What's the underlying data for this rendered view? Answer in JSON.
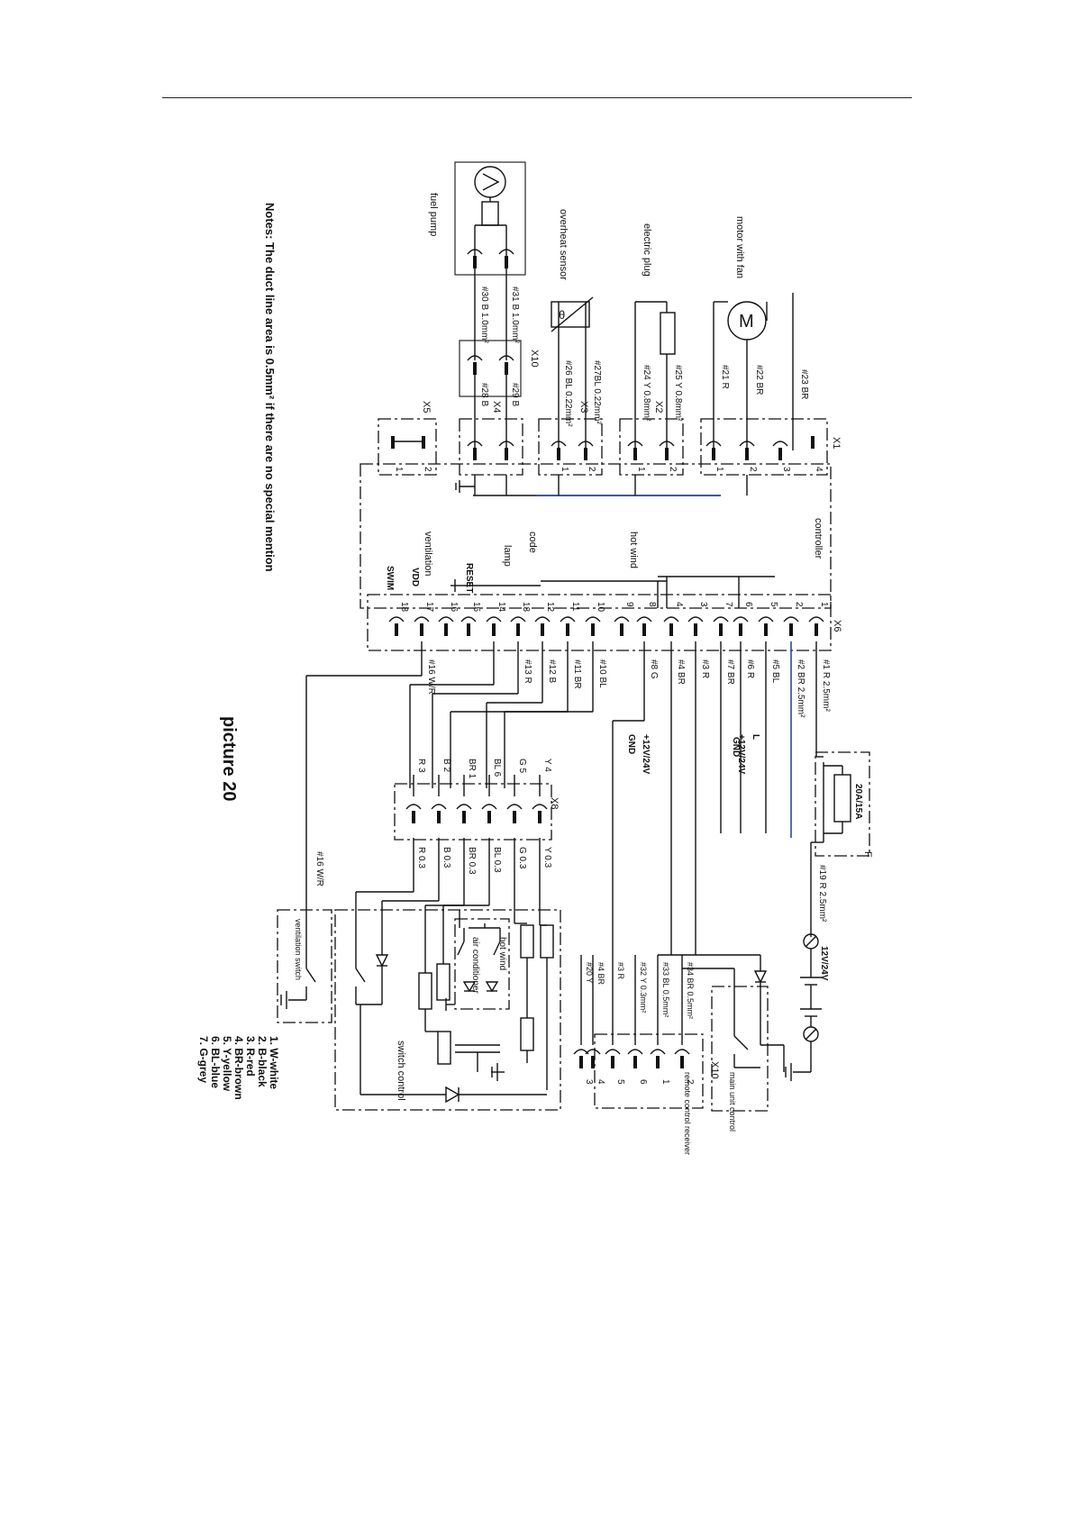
{
  "page": {
    "caption": "picture 20"
  },
  "notes": "Notes: The duct line area is 0.5mm² if there are no special mention",
  "legend": [
    "1. W-white",
    "2. B-black",
    "3. R-red",
    "4. BR-brown",
    "5. Y-yellow",
    "6. BL-blue",
    "7. G-grey"
  ],
  "components": {
    "fuel_pump": "fuel pump",
    "overheat_sensor": "overheat sensor",
    "electric_plug": "electric plug",
    "motor_with_fan": "motor with fan",
    "motor_symbol": "M",
    "controller": "controller",
    "switch_control": "switch control",
    "ventilation_switch": "ventilation switch",
    "air_conditioner": "air conditioner",
    "hot_wind_switch": "hot wind",
    "main_unit_control": "main unit control",
    "remote_control_receiver": "remote control receiver",
    "fuse": "20A/15A",
    "battery": "12V/24V"
  },
  "connectors": {
    "X1": "X1",
    "X2": "X2",
    "X3": "X3",
    "X4": "X4",
    "X5": "X5",
    "X6": "X6",
    "X8": "X8",
    "X10a": "X10",
    "X10b": "X10",
    "F": "F"
  },
  "controller_functions": {
    "hot_wind": "hot wind",
    "code": "code",
    "lamp": "lamp",
    "ventilation": "ventilation",
    "reset": "RESET",
    "vdd": "VDD",
    "swim": "SWIM"
  },
  "x6_pins": [
    "1",
    "2",
    "5",
    "6",
    "7",
    "3",
    "4",
    "8",
    "9",
    "10",
    "11",
    "12",
    "13",
    "14",
    "15",
    "16",
    "17",
    "18"
  ],
  "x6_wires": [
    {
      "pin": "1",
      "label": "#1  R   2.5mm²"
    },
    {
      "pin": "2",
      "label": "#2  BR  2.5mm²"
    },
    {
      "pin": "5",
      "label": "#5  BL"
    },
    {
      "pin": "6",
      "label": "#6  R"
    },
    {
      "pin": "7",
      "label": "#7  BR"
    },
    {
      "pin": "3",
      "label": "#3  R"
    },
    {
      "pin": "4",
      "label": "#4  BR"
    },
    {
      "pin": "8",
      "label": "#8  G"
    },
    {
      "pin": "10",
      "label": "#10  BL"
    },
    {
      "pin": "11",
      "label": "#11  BR"
    },
    {
      "pin": "12",
      "label": "#12  B"
    },
    {
      "pin": "13",
      "label": "#13  R"
    },
    {
      "pin": "16",
      "label": "#16  W/R"
    }
  ],
  "x6_signals": {
    "gnd1": "GND",
    "pos1": "+12V/24V",
    "l": "L",
    "gnd2": "GND",
    "pos2": "+12V/24V"
  },
  "x8_pins": [
    {
      "num": "4",
      "color": "Y",
      "out": "Y  0.3"
    },
    {
      "num": "5",
      "color": "G",
      "out": "G  0.3"
    },
    {
      "num": "6",
      "color": "BL",
      "out": "BL  0.3"
    },
    {
      "num": "1",
      "color": "BR",
      "out": "BR  0.3"
    },
    {
      "num": "2",
      "color": "B",
      "out": "B  0.3"
    },
    {
      "num": "3",
      "color": "R",
      "out": "R  0.3"
    }
  ],
  "x1_wires": [
    "#23  BR",
    "#22  BR",
    "#21  R"
  ],
  "x1_pins": [
    "4",
    "3",
    "2",
    "1"
  ],
  "x2_wires": [
    "#25  Y  0.8mm²",
    "#24  Y  0.8mm²"
  ],
  "x3_wires": [
    "#27BL  0.22mm²",
    "#26  BL  0.22mm²"
  ],
  "x4_wires": [
    "#29  B",
    "#28  B"
  ],
  "pump_wires": [
    "#31  B  1.0mm²",
    "#30  B  1.0mm²"
  ],
  "x5_pins": [
    "2",
    "1"
  ],
  "small_pins": [
    "2",
    "1"
  ],
  "fuse_wire": "#19  R  2.5mm²",
  "vent_wire": "#16  W/R",
  "x10_wires": [
    "#34  BR  0.5mm²",
    "#33  BL  0.5mm²",
    "#32  Y  0.3mm²",
    "#3  R",
    "#4  BR",
    "#20  Y"
  ],
  "x10_pins": [
    "2",
    "1",
    "6",
    "5",
    "4",
    "3"
  ],
  "colors": {
    "ink": "#111111",
    "blue_wire": "#2b4aa0",
    "background": "#ffffff"
  }
}
